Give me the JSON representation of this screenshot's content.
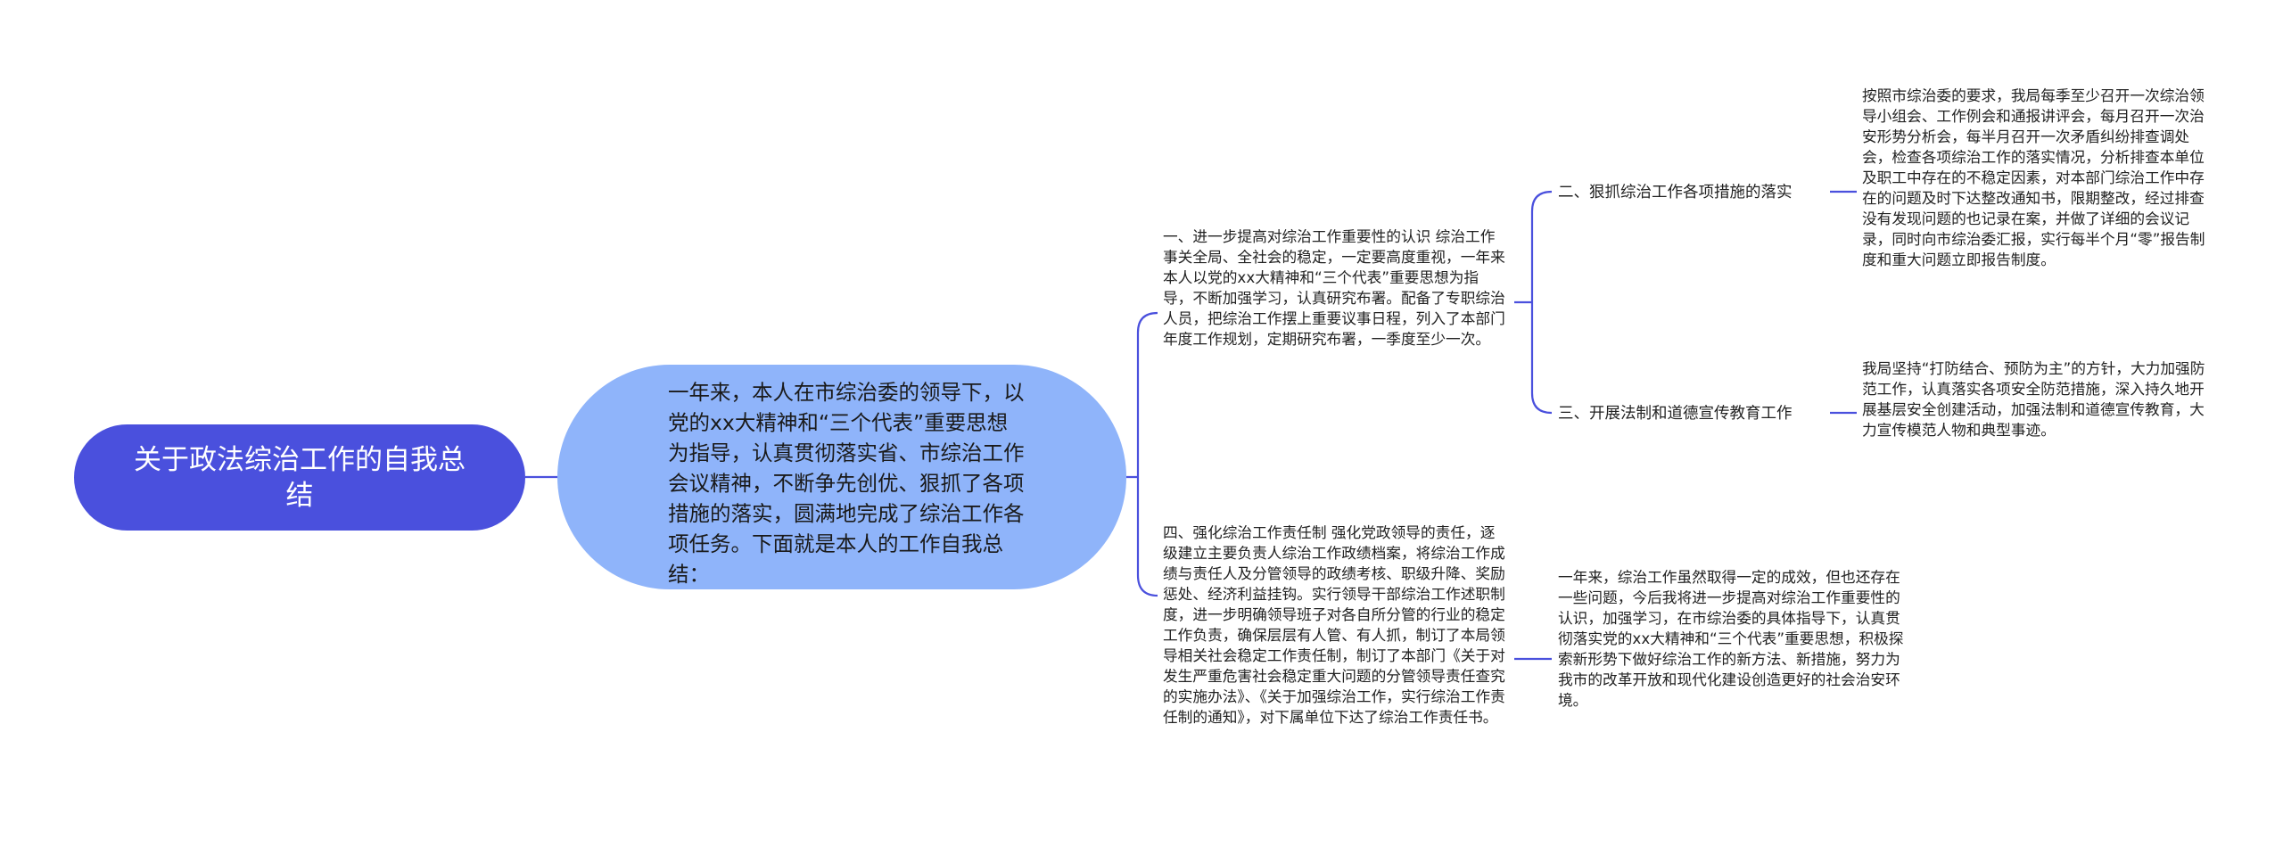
{
  "diagram": {
    "colors": {
      "root_fill": "#4a50dd",
      "root_text": "#ffffff",
      "hub_fill": "#8fb4fa",
      "connector": "#4a50dd",
      "text": "#222222"
    },
    "root": {
      "text": "关于政法综治工作的自我总结"
    },
    "hub": {
      "text": "一年来，本人在市综治委的领导下，以党的xx大精神和“三个代表”重要思想为指导，认真贯彻落实省、市综治工作会议精神，不断争先创优、狠抓了各项措施的落实，圆满地完成了综治工作各项任务。下面就是本人的工作自我总结："
    },
    "branch_1": {
      "text": "一、进一步提高对综治工作重要性的认识 综治工作事关全局、全社会的稳定，一定要高度重视，一年来本人以党的xx大精神和“三个代表”重要思想为指导，不断加强学习，认真研究布署。配备了专职综治人员，把综治工作摆上重要议事日程，列入了本部门年度工作规划，定期研究布署，一季度至少一次。",
      "children": [
        {
          "title": "二、狠抓综治工作各项措施的落实",
          "detail": "按照市综治委的要求，我局每季至少召开一次综治领导小组会、工作例会和通报讲评会，每月召开一次治安形势分析会，每半月召开一次矛盾纠纷排查调处会，检查各项综治工作的落实情况，分析排查本单位及职工中存在的不稳定因素，对本部门综治工作中存在的问题及时下达整改通知书，限期整改，经过排查没有发现问题的也记录在案，并做了详细的会议记录，同时向市综治委汇报，实行每半个月“零”报告制度和重大问题立即报告制度。"
        },
        {
          "title": "三、开展法制和道德宣传教育工作",
          "detail": "我局坚持“打防结合、预防为主”的方针，大力加强防范工作，认真落实各项安全防范措施，深入持久地开展基层安全创建活动，加强法制和道德宣传教育，大力宣传模范人物和典型事迹。"
        }
      ]
    },
    "branch_4": {
      "text": "四、强化综治工作责任制 强化党政领导的责任，逐级建立主要负责人综治工作政绩档案，将综治工作成绩与责任人及分管领导的政绩考核、职级升降、奖励惩处、经济利益挂钩。实行领导干部综治工作述职制度，进一步明确领导班子对各自所分管的行业的稳定工作负责，确保层层有人管、有人抓，制订了本局领导相关社会稳定工作责任制，制订了本部门《关于对发生严重危害社会稳定重大问题的分管领导责任查究的实施办法》、《关于加强综治工作，实行综治工作责任制的通知》，对下属单位下达了综治工作责任书。",
      "conclusion": "一年来，综治工作虽然取得一定的成效，但也还存在一些问题，今后我将进一步提高对综治工作重要性的认识，加强学习，在市综治委的具体指导下，认真贯彻落实党的xx大精神和“三个代表”重要思想，积极探索新形势下做好综治工作的新方法、新措施，努力为我市的改革开放和现代化建设创造更好的社会治安环境。"
    }
  }
}
